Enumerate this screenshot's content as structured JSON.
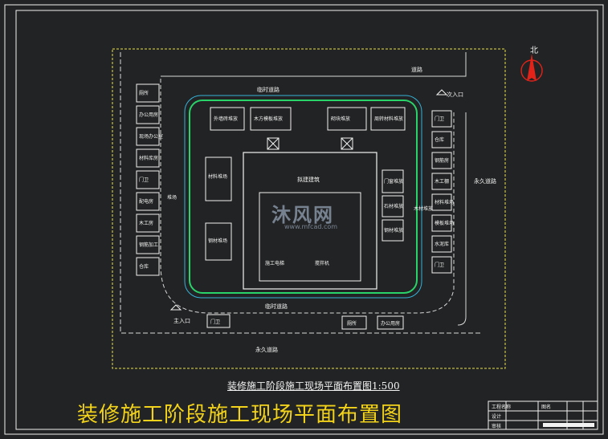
{
  "plan": {
    "subtitle": "装修施工阶段施工现场平面布置图1:500",
    "title": "装修施工阶段施工现场平面布置图",
    "north": "北",
    "watermark": "沐风网",
    "watermark_url": "www.mfcad.com"
  },
  "roads": {
    "temp_top": "临时道路",
    "temp_bottom": "临时道路",
    "road_top_right": "道路",
    "main_road_bottom": "永久道路",
    "main_road_right": "永久道路"
  },
  "entrances": {
    "left": "主入口",
    "right": "次入口"
  },
  "left_facilities": [
    "厕所",
    "办公用房",
    "现场办公室",
    "材料库房",
    "门卫",
    "配电房",
    "木工房",
    "钢筋加工",
    "仓库"
  ],
  "right_facilities": [
    "门卫",
    "仓库",
    "钢筋房",
    "木工棚",
    "材料堆场",
    "模板堆场",
    "水泥库",
    "门卫"
  ],
  "inner_left": [
    "材料堆场",
    "钢材堆场",
    "堆场"
  ],
  "inner_top": [
    "外墙砖堆放",
    "木方模板堆放",
    "砌块堆放",
    "周转材料堆放"
  ],
  "inner_right": [
    "门窗堆放",
    "石材堆放",
    "钢材堆放",
    "木材堆放"
  ],
  "building": {
    "label": "拟建建筑",
    "core_labels": [
      "施工电梯",
      "搅拌机"
    ]
  },
  "bottom_boxes": [
    "门卫",
    "厕所",
    "办公用房"
  ],
  "title_block": [
    "工程名称",
    "图名",
    "设计",
    "审核"
  ],
  "colors": {
    "background": "#222324",
    "frame": "#f2f2f2",
    "boundary": "#e9e24b",
    "fence": "#2ad36a",
    "water": "#35b3d8",
    "road": "#d8d8d8",
    "title": "#f2d21a",
    "north_arrow": "#e2231a"
  }
}
